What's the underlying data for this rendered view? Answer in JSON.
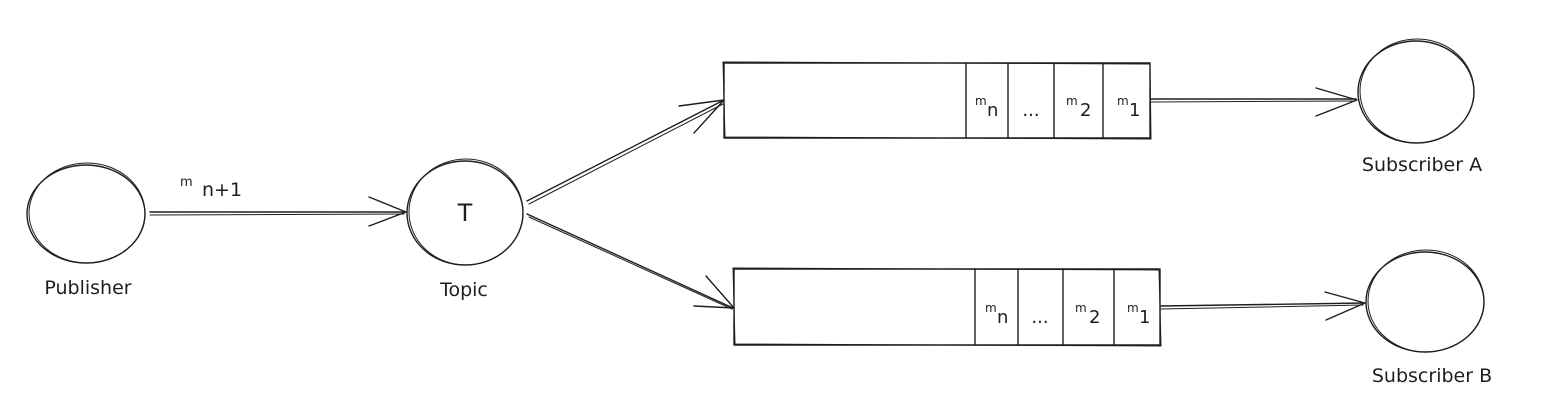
{
  "nodes": {
    "publisher": {
      "label": "Publisher"
    },
    "topic": {
      "label": "Topic",
      "symbol": "T"
    },
    "subscriber_a": {
      "label": "Subscriber A"
    },
    "subscriber_b": {
      "label": "Subscriber B"
    }
  },
  "incoming_message": {
    "prefix": "m",
    "index": "n+1"
  },
  "queues": {
    "a": {
      "cells": [
        {
          "prefix": "m",
          "index": "n"
        },
        {
          "prefix": "",
          "index": "..."
        },
        {
          "prefix": "m",
          "index": "2"
        },
        {
          "prefix": "m",
          "index": "1"
        }
      ]
    },
    "b": {
      "cells": [
        {
          "prefix": "m",
          "index": "n"
        },
        {
          "prefix": "",
          "index": "..."
        },
        {
          "prefix": "m",
          "index": "2"
        },
        {
          "prefix": "m",
          "index": "1"
        }
      ]
    }
  }
}
